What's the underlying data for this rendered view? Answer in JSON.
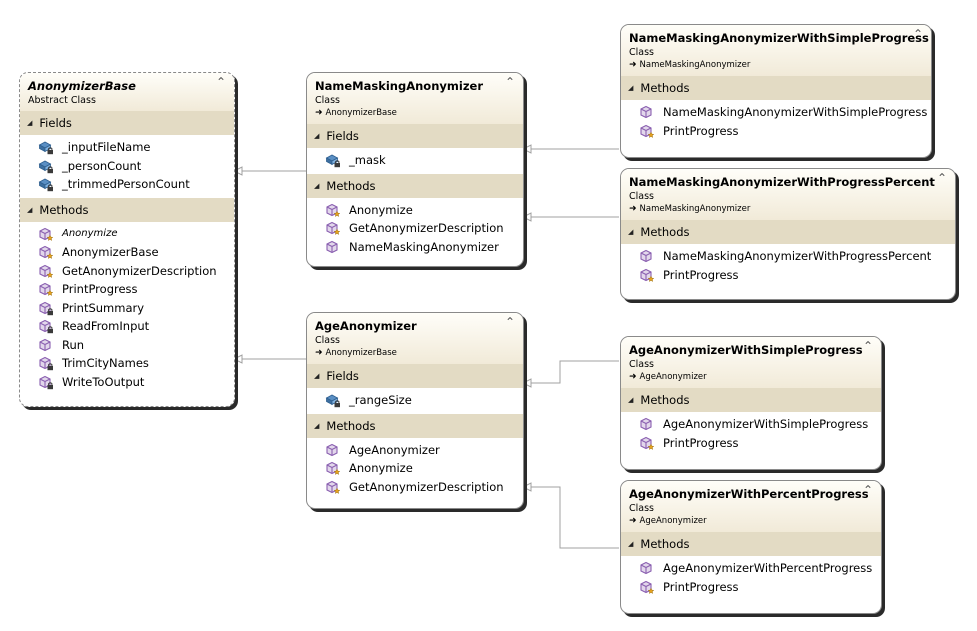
{
  "diagram": {
    "classes": {
      "anonymizerBase": {
        "name": "AnonymizerBase",
        "kind": "Abstract Class",
        "fields_label": "Fields",
        "methods_label": "Methods",
        "fields": [
          "_inputFileName",
          "_personCount",
          "_trimmedPersonCount"
        ],
        "methods": [
          "Anonymize",
          "AnonymizerBase",
          "GetAnonymizerDescription",
          "PrintProgress",
          "PrintSummary",
          "ReadFromInput",
          "Run",
          "TrimCityNames",
          "WriteToOutput"
        ]
      },
      "nameMasking": {
        "name": "NameMaskingAnonymizer",
        "kind": "Class",
        "parent": "AnonymizerBase",
        "fields_label": "Fields",
        "methods_label": "Methods",
        "fields": [
          "_mask"
        ],
        "methods": [
          "Anonymize",
          "GetAnonymizerDescription",
          "NameMaskingAnonymizer"
        ]
      },
      "ageAnonymizer": {
        "name": "AgeAnonymizer",
        "kind": "Class",
        "parent": "AnonymizerBase",
        "fields_label": "Fields",
        "methods_label": "Methods",
        "fields": [
          "_rangeSize"
        ],
        "methods": [
          "AgeAnonymizer",
          "Anonymize",
          "GetAnonymizerDescription"
        ]
      },
      "nameSimple": {
        "name": "NameMaskingAnonymizerWithSimpleProgress",
        "kind": "Class",
        "parent": "NameMaskingAnonymizer",
        "methods_label": "Methods",
        "methods": [
          "NameMaskingAnonymizerWithSimpleProgress",
          "PrintProgress"
        ]
      },
      "namePercent": {
        "name": "NameMaskingAnonymizerWithProgressPercent",
        "kind": "Class",
        "parent": "NameMaskingAnonymizer",
        "methods_label": "Methods",
        "methods": [
          "NameMaskingAnonymizerWithProgressPercent",
          "PrintProgress"
        ]
      },
      "ageSimple": {
        "name": "AgeAnonymizerWithSimpleProgress",
        "kind": "Class",
        "parent": "AgeAnonymizer",
        "methods_label": "Methods",
        "methods": [
          "AgeAnonymizerWithSimpleProgress",
          "PrintProgress"
        ]
      },
      "agePercent": {
        "name": "AgeAnonymizerWithPercentProgress",
        "kind": "Class",
        "parent": "AgeAnonymizer",
        "methods_label": "Methods",
        "methods": [
          "AgeAnonymizerWithPercentProgress",
          "PrintProgress"
        ]
      }
    }
  },
  "icons": {
    "collapse": "double-chevron-up-icon",
    "section_toggle": "triangle-down-icon",
    "inherit": "inherit-arrow-icon",
    "field": "private-field-icon",
    "method_protected": "protected-method-icon",
    "method_private": "private-method-icon",
    "method_public": "public-method-icon"
  },
  "colors": {
    "header_top": "#fffef9",
    "header_bottom": "#f1ead8",
    "section_bar": "#e3dbc4",
    "border": "#8a8a8a",
    "shadow": "#2a2a2a",
    "connector": "#a0a0a0",
    "field_icon": "#5a8fc4",
    "method_icon": "#8a5fb0"
  }
}
